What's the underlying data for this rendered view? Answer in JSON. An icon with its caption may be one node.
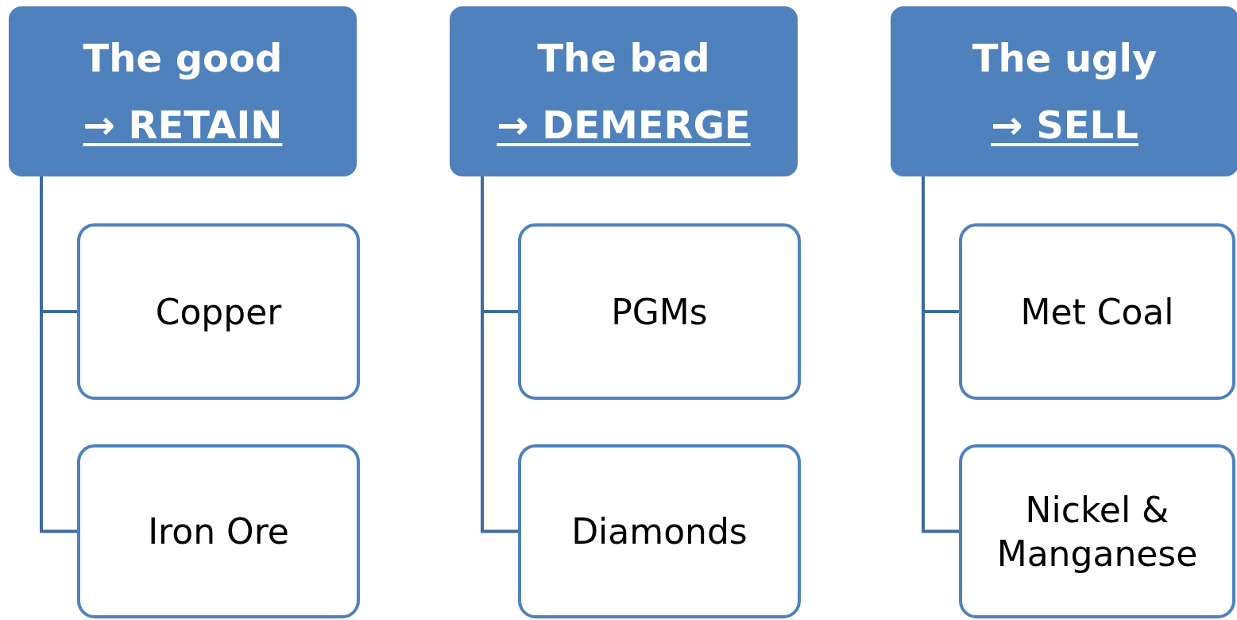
{
  "diagram": {
    "nodes": [
      {
        "text": [
          "The good",
          "→ RETAIN"
        ]
      },
      {
        "text": [
          "Copper"
        ]
      },
      {
        "text": [
          "Iron Ore"
        ]
      },
      {
        "text": [
          "The bad",
          "→ DEMERGE"
        ]
      },
      {
        "text": [
          "PGMs"
        ]
      },
      {
        "text": [
          "Diamonds"
        ]
      },
      {
        "text": [
          "The ugly",
          "→ SELL"
        ]
      },
      {
        "text": [
          "Met Coal"
        ]
      },
      {
        "text": [
          "Nickel & Manganese"
        ]
      }
    ],
    "edges": [
      {
        "from": 0,
        "to": 1,
        "arrow": "none"
      },
      {
        "from": 0,
        "to": 2,
        "arrow": "none"
      },
      {
        "from": 3,
        "to": 4,
        "arrow": "none"
      },
      {
        "from": 3,
        "to": 5,
        "arrow": "none"
      },
      {
        "from": 6,
        "to": 7,
        "arrow": "none"
      },
      {
        "from": 6,
        "to": 8,
        "arrow": "none"
      }
    ]
  }
}
